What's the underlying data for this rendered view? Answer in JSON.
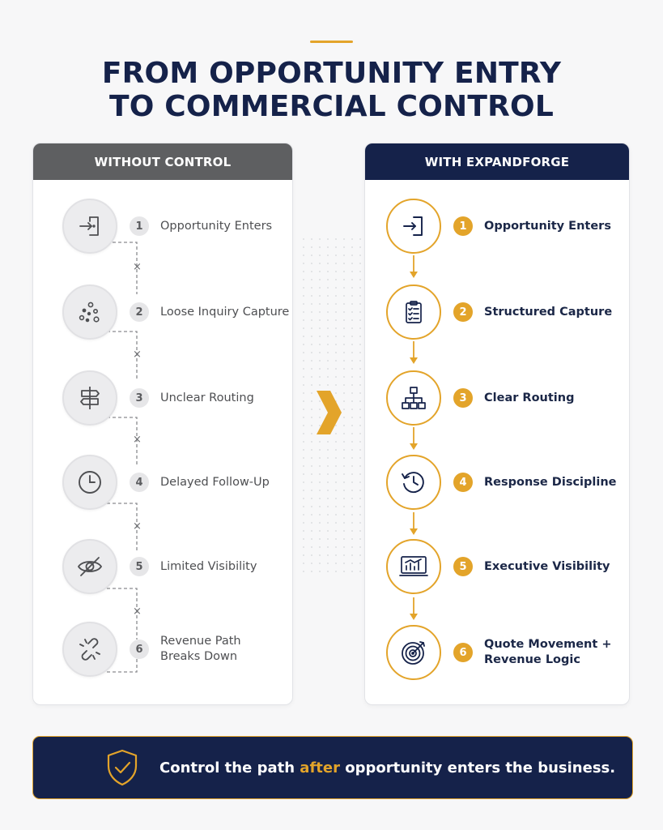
{
  "title": {
    "line1": "FROM OPPORTUNITY ENTRY",
    "line2": "TO COMMERCIAL CONTROL"
  },
  "left_panel": {
    "header": "WITHOUT CONTROL",
    "steps": [
      {
        "num": "1",
        "label": "Opportunity Enters",
        "icon": "enter-icon"
      },
      {
        "num": "2",
        "label": "Loose Inquiry Capture",
        "icon": "scattered-dots-icon"
      },
      {
        "num": "3",
        "label": "Unclear Routing",
        "icon": "signpost-icon"
      },
      {
        "num": "4",
        "label": "Delayed Follow-Up",
        "icon": "clock-icon"
      },
      {
        "num": "5",
        "label": "Limited Visibility",
        "icon": "eye-slash-icon"
      },
      {
        "num": "6",
        "label": "Revenue Path\nBreaks Down",
        "icon": "broken-link-icon"
      }
    ],
    "connector_mark": "×"
  },
  "right_panel": {
    "header": "WITH EXPANDFORGE",
    "steps": [
      {
        "num": "1",
        "label": "Opportunity Enters",
        "icon": "enter-icon"
      },
      {
        "num": "2",
        "label": "Structured Capture",
        "icon": "clipboard-checklist-icon"
      },
      {
        "num": "3",
        "label": "Clear Routing",
        "icon": "org-chart-icon"
      },
      {
        "num": "4",
        "label": "Response Discipline",
        "icon": "clock-refresh-icon"
      },
      {
        "num": "5",
        "label": "Executive Visibility",
        "icon": "dashboard-chart-icon"
      },
      {
        "num": "6",
        "label": "Quote Movement +\nRevenue Logic",
        "icon": "target-icon"
      }
    ]
  },
  "banner": {
    "text_before": "Control the path ",
    "text_highlight": "after",
    "text_after": " opportunity enters the business.",
    "icon": "shield-check-icon"
  },
  "colors": {
    "navy": "#15224a",
    "gold": "#e3a42a",
    "gray_header": "#5e5f61"
  }
}
